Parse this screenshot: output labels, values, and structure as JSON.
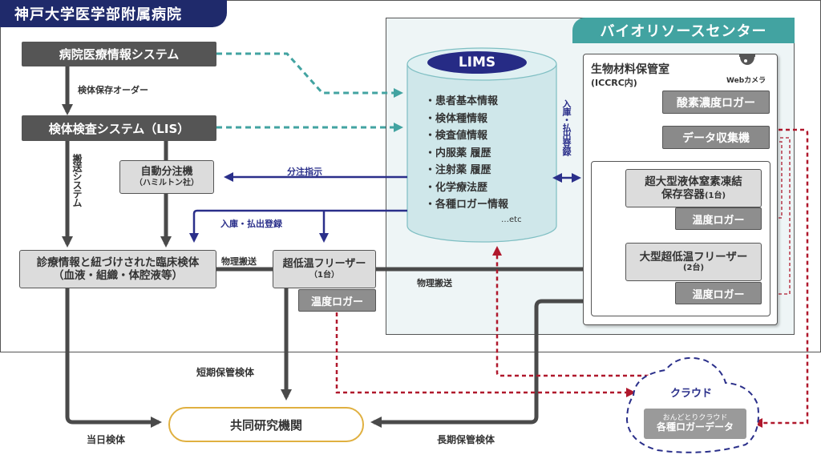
{
  "hospital": {
    "title": "神戸大学医学部附属病院",
    "his": "病院医療情報システム",
    "order_label": "検体保存オーダー",
    "lis": "検体検査システム（LIS）",
    "transport_system_label": "搬送システム",
    "dispenser": {
      "name": "自動分注機",
      "maker": "（ハミルトン社）"
    },
    "dispense_instruction_label": "分注指示",
    "register_label_h": "入庫・払出登録",
    "clinical_specimen": {
      "line1": "診療情報と紐づけされた臨床検体",
      "line2": "（血液・組織・体腔液等）"
    },
    "physical_transport_label_1": "物理搬送",
    "freezer": {
      "name": "超低温フリーザー",
      "count": "（1台）",
      "logger": "温度ロガー"
    }
  },
  "biobank": {
    "title": "バイオリソースセンター",
    "lims": {
      "title": "LIMS",
      "items": [
        "患者基本情報",
        "検体種情報",
        "検査値情報",
        "内服薬 履歴",
        "注射薬 履歴",
        "化学療法歴",
        "各種ロガー情報"
      ],
      "etc": "…etc"
    },
    "register_label_v": "入庫・払出登録",
    "physical_transport_label_2": "物理搬送",
    "storage_room": {
      "title": "生物材料保管室",
      "subtitle": "(ICCRC内)",
      "webcam_label": "Webカメラ",
      "oxygen_logger": "酸素濃度ロガー",
      "data_collector": "データ収集機",
      "ln2_container": {
        "line1": "超大型液体窒素凍結",
        "line2": "保存容器",
        "count": "(1台)",
        "logger": "温度ロガー"
      },
      "large_freezer": {
        "line1": "大型超低温フリーザー",
        "count": "(2台)",
        "logger": "温度ロガー"
      }
    }
  },
  "outputs": {
    "short_term_label": "短期保管検体",
    "same_day_label": "当日検体",
    "long_term_label": "長期保管検体",
    "partner": "共同研究機関"
  },
  "cloud": {
    "title": "クラウド",
    "service": "おんどとりクラウド",
    "data": "各種ロガーデータ"
  },
  "colors": {
    "hospital_navy": "#1f2a6b",
    "biobank_teal": "#42a3a1",
    "lims_fill": "#cfe7ea",
    "flow_dark": "#4a4a4a",
    "info_blue": "#2a2f8a",
    "logger_red": "#b0182c",
    "partner_gold": "#e0b040"
  }
}
